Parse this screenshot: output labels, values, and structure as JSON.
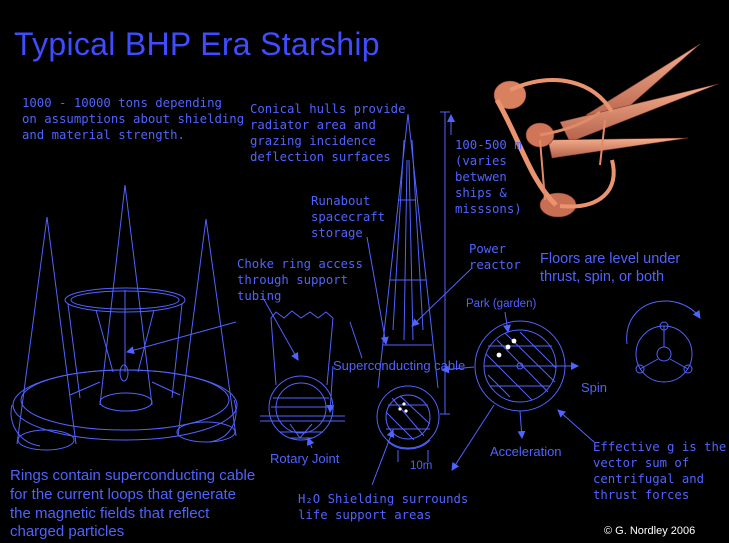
{
  "title": "Typical BHP Era Starship",
  "labels": {
    "mass_note": "1000 - 10000 tons depending\non assumptions about shielding\nand material strength.",
    "conical_hulls": "Conical hulls provide\nradiator area and\ngrazing incidence\ndeflection surfaces",
    "length_range": "100-500 m\n(varies\nbetwwen\nships &\nmisssons)",
    "runabout": "Runabout\nspacecraft\nstorage",
    "power_reactor": "Power\nreactor",
    "floors": "Floors are level under\nthrust, spin, or both",
    "choke_ring": "Choke ring access\nthrough support\ntubing",
    "park": "Park (garden)",
    "superconducting_cable": "Superconducting cable",
    "spin": "Spin",
    "rotary_joint": "Rotary Joint",
    "ten_m": "10m",
    "acceleration": "Acceleration",
    "effective_g": "Effective g is the\nvector sum of\ncentrifugal and\nthrust forces",
    "rings_note": "Rings contain superconducting cable\nfor the current loops that generate\nthe magnetic fields that reflect\ncharged particles",
    "h2o_shielding": "H₂O Shielding surrounds\nlife support areas",
    "copyright": "© G. Nordley 2006"
  },
  "colors": {
    "background": "#000000",
    "line_blue": "#4f63ff",
    "hull_orange": "#e8906c"
  }
}
